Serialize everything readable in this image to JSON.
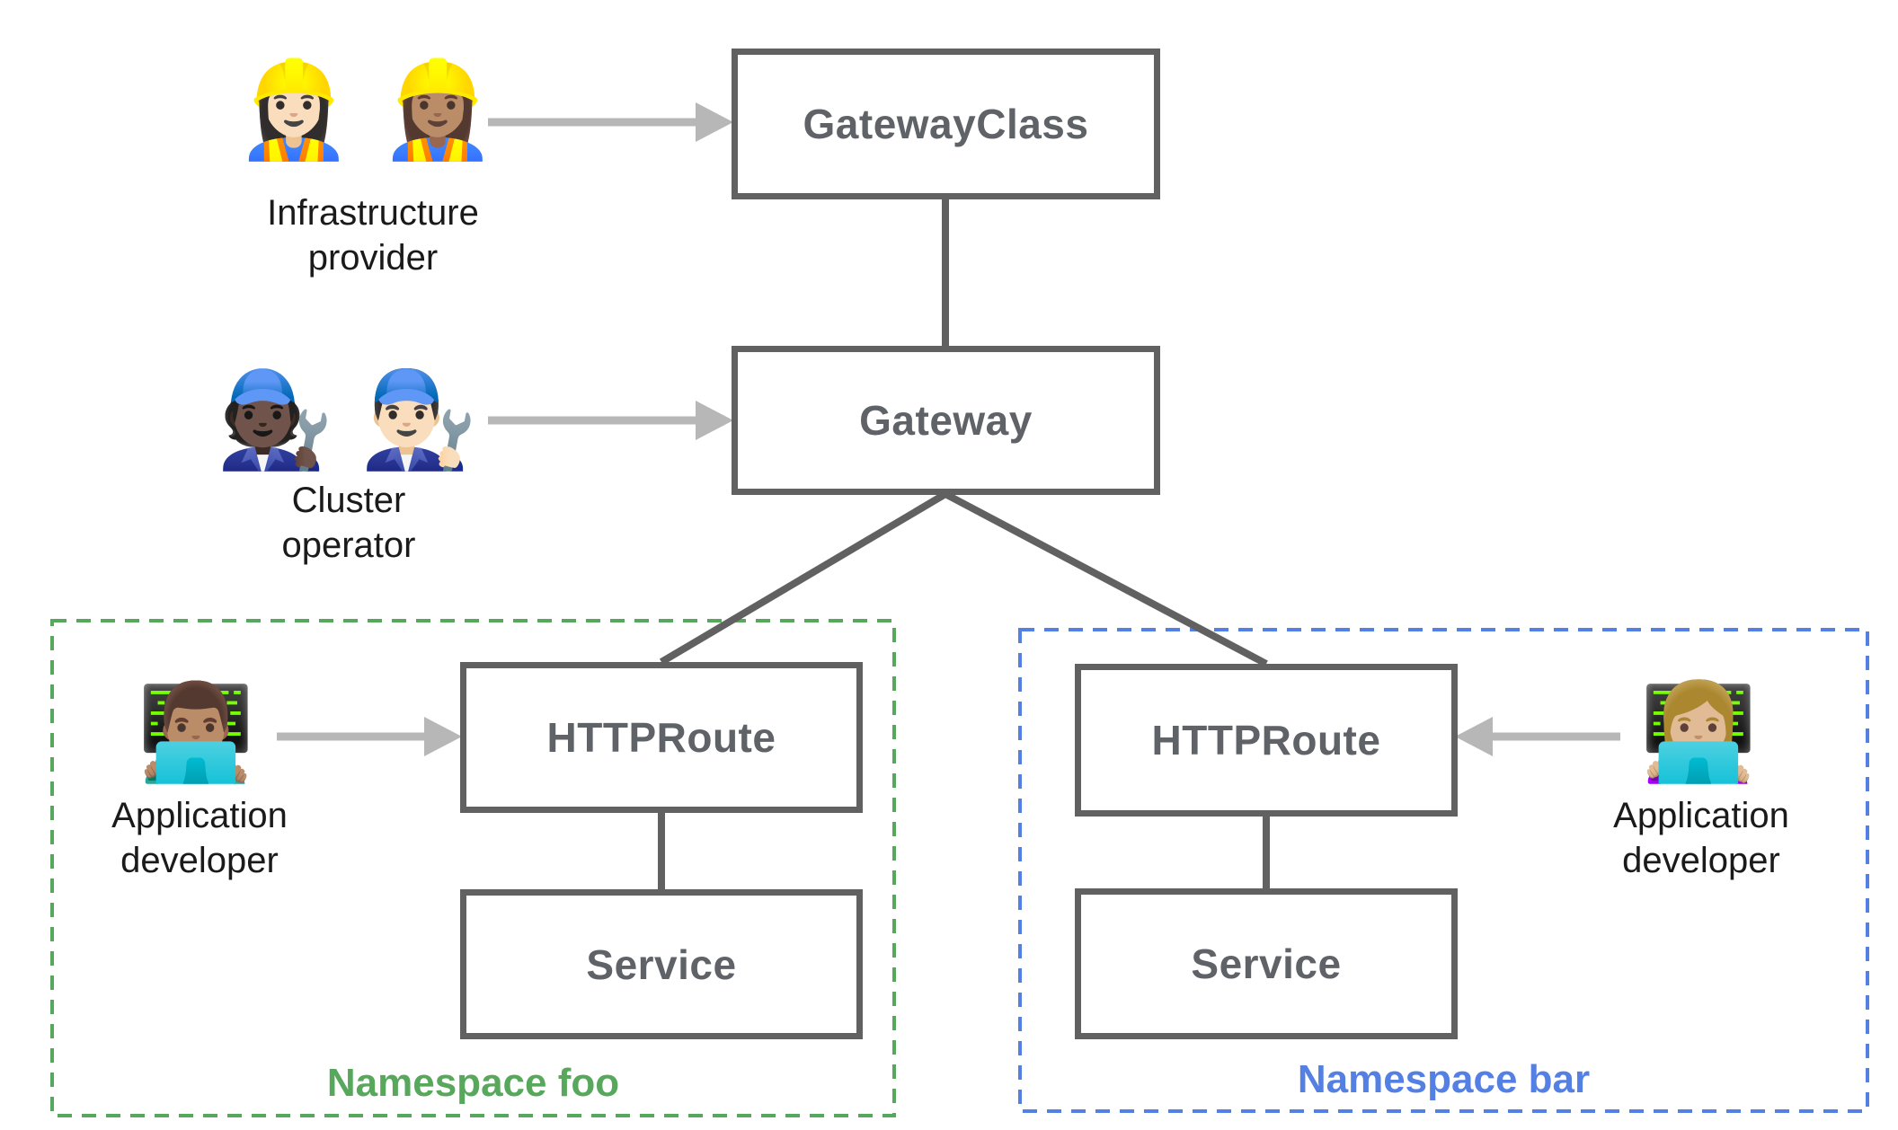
{
  "personas": {
    "infrastructure_provider": {
      "emoji": "👷🏻‍♀️ 👷🏽‍♀️",
      "label_line1": "Infrastructure",
      "label_line2": "provider"
    },
    "cluster_operator": {
      "emoji": "🧑🏿‍🔧 👨🏻‍🔧",
      "label_line1": "Cluster",
      "label_line2": "operator"
    },
    "app_developer_foo": {
      "emoji": "👨🏽‍💻",
      "label_line1": "Application",
      "label_line2": "developer"
    },
    "app_developer_bar": {
      "emoji": "👩🏼‍💻",
      "label_line1": "Application",
      "label_line2": "developer"
    }
  },
  "nodes": {
    "gateway_class": {
      "label": "GatewayClass"
    },
    "gateway": {
      "label": "Gateway"
    },
    "httproute_foo": {
      "label": "HTTPRoute"
    },
    "service_foo": {
      "label": "Service"
    },
    "httproute_bar": {
      "label": "HTTPRoute"
    },
    "service_bar": {
      "label": "Service"
    }
  },
  "namespaces": {
    "foo": {
      "label": "Namespace foo",
      "color": "#57A85C"
    },
    "bar": {
      "label": "Namespace bar",
      "color": "#5480E4"
    }
  },
  "colors": {
    "node_border": "#616161",
    "node_text": "#5F6368",
    "connector": "#616161",
    "arrow": "#B7B7B7",
    "persona_text": "#1A1A1A",
    "background": "#FFFFFF"
  }
}
